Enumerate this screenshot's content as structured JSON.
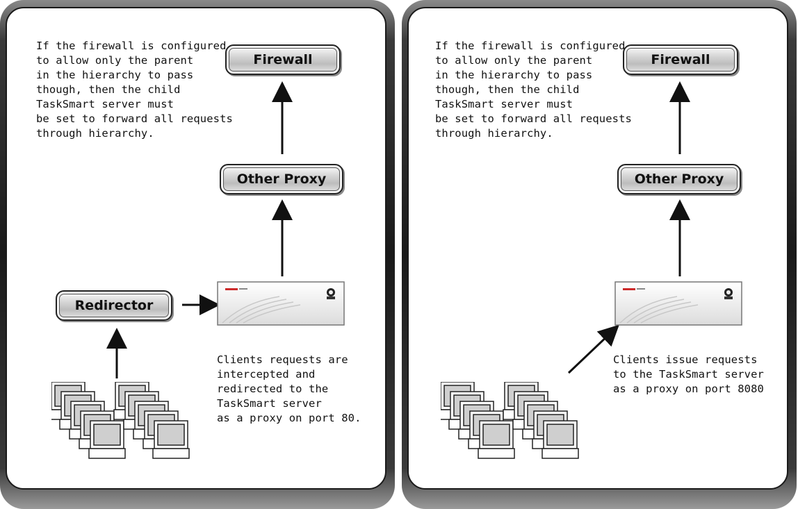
{
  "left_panel": {
    "note": "If the firewall is configured\nto allow only the parent\nin the hierarchy to pass\nthough, then the child\nTaskSmart server must\nbe set to forward all requests\nthrough hierarchy.",
    "firewall_label": "Firewall",
    "proxy_label": "Other Proxy",
    "redirector_label": "Redirector",
    "client_note": "Clients requests are\nintercepted and\nredirected to the\nTaskSmart server\nas a proxy on port 80."
  },
  "right_panel": {
    "note": "If the firewall is configured\nto allow only the parent\nin the hierarchy to pass\nthough, then the child\nTaskSmart server must\nbe set to forward all requests\nthrough hierarchy.",
    "firewall_label": "Firewall",
    "proxy_label": "Other Proxy",
    "client_note": "Clients issue requests\nto the TaskSmart server\nas a proxy on port 8080"
  },
  "colors": {
    "frame": "#1a1a1a",
    "server_brand": "#cc2a2a",
    "button_face": "#c8c8c8"
  }
}
